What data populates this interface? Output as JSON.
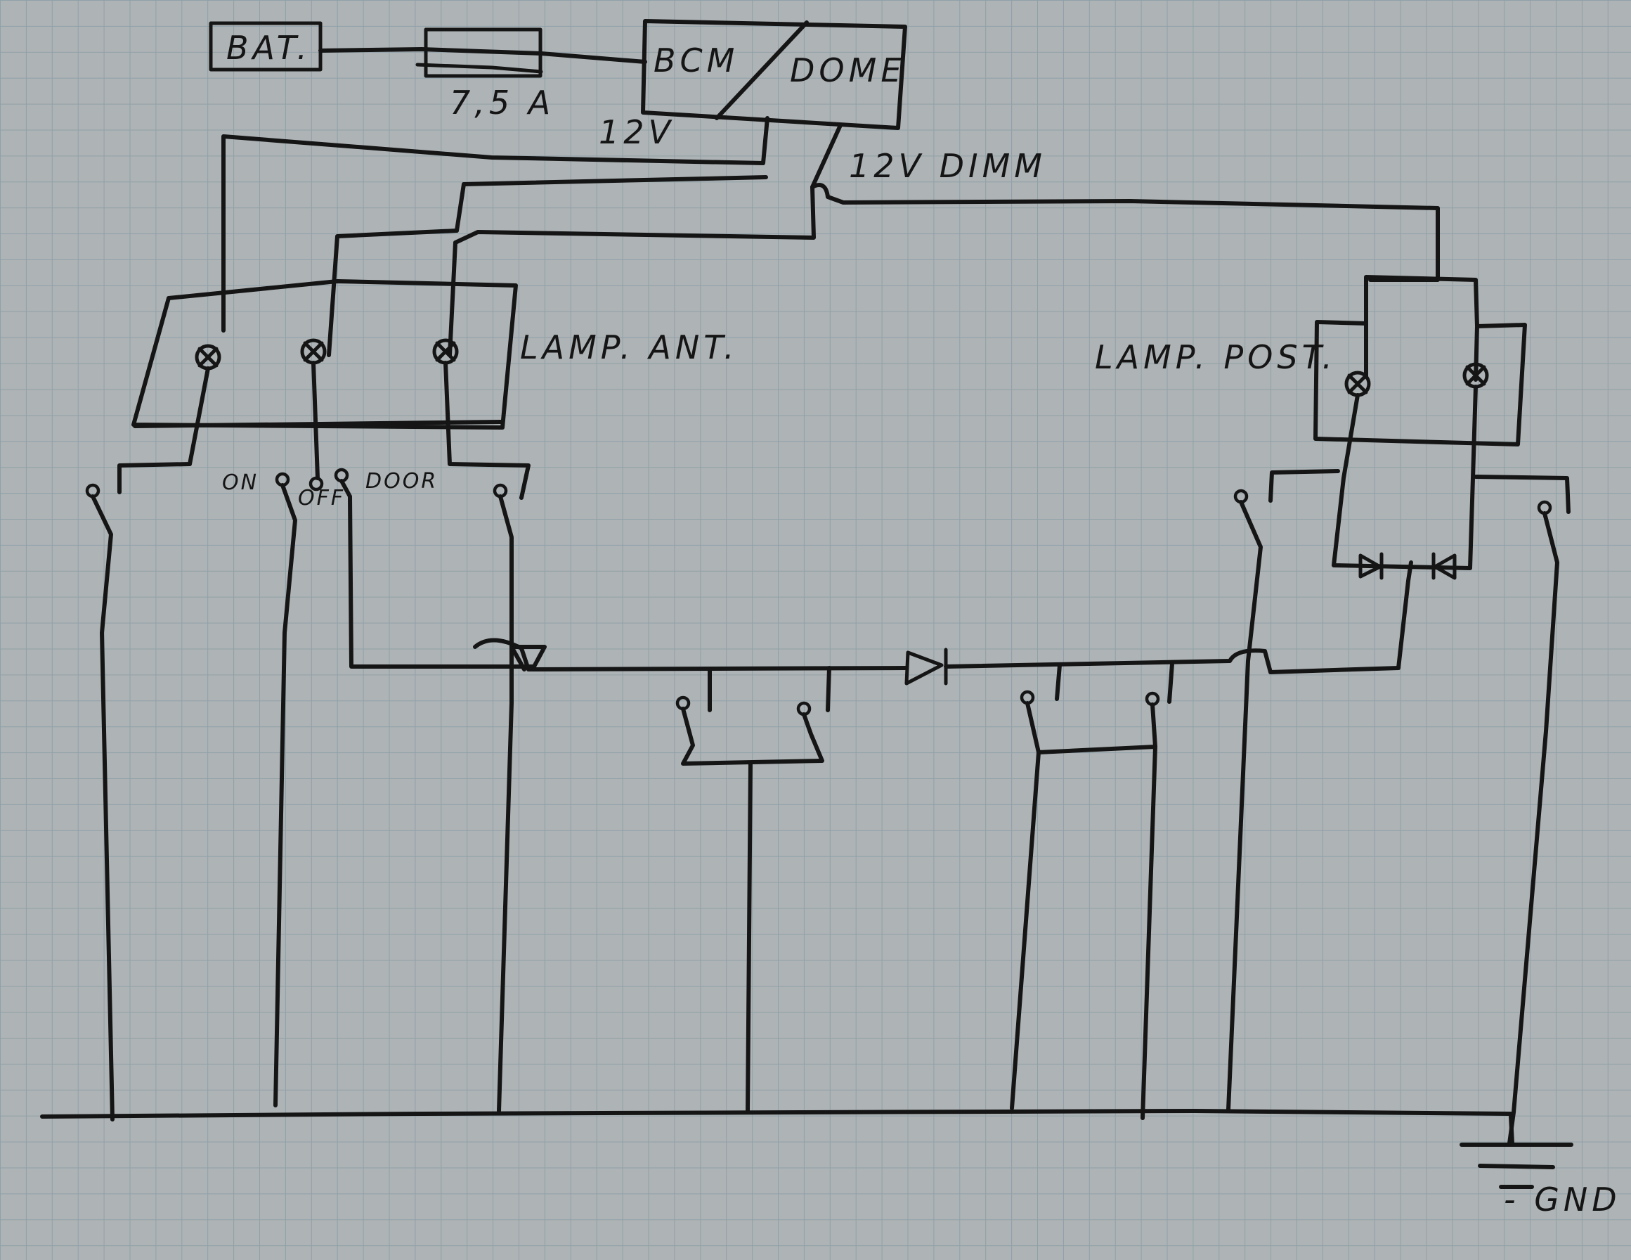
{
  "diagram": {
    "labels": {
      "battery": "BAT.",
      "fuse": "7,5 A",
      "bcm": "BCM",
      "dome": "DOME",
      "v12": "12V",
      "v12_dimm": "12V DIMM",
      "lamp_front": "LAMP. ANT.",
      "lamp_rear": "LAMP. POST.",
      "switch_on": "ON",
      "switch_off": "OFF",
      "switch_door": "DOOR",
      "ground": "- GND"
    },
    "colors": {
      "paper": "#aeb3b5",
      "grid": "#8fa0a8",
      "ink": "#151515"
    },
    "icons": [
      "lamp-icon",
      "diode-icon",
      "ground-icon",
      "switch-terminal-icon"
    ]
  }
}
